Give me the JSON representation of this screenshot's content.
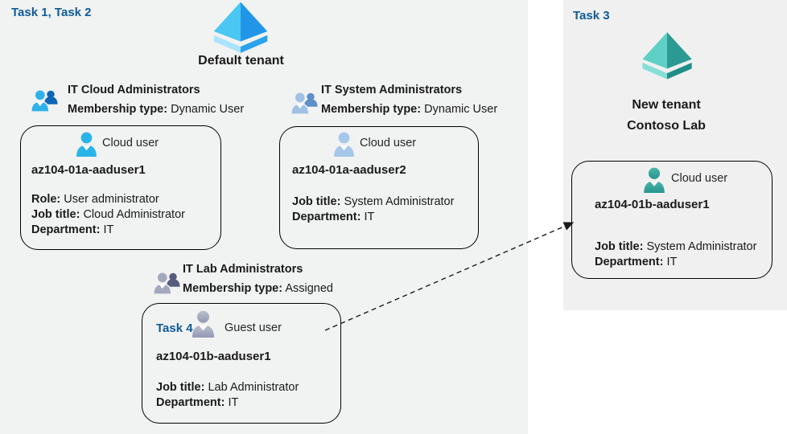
{
  "left": {
    "task_label": "Task 1, Task 2",
    "tenant_name": "Default tenant",
    "group_cloud": {
      "name": "IT Cloud Administrators",
      "membership_label": "Membership type:",
      "membership_value": "Dynamic User"
    },
    "group_system": {
      "name": "IT System Administrators",
      "membership_label": "Membership type:",
      "membership_value": "Dynamic User"
    },
    "group_lab": {
      "name": "IT Lab Administrators",
      "membership_label": "Membership type:",
      "membership_value": "Assigned"
    },
    "card_user1": {
      "type_label": "Cloud user",
      "name": "az104-01a-aaduser1",
      "role_label": "Role:",
      "role_value": "User administrator",
      "job_label": "Job title:",
      "job_value": "Cloud Administrator",
      "dept_label": "Department:",
      "dept_value": "IT"
    },
    "card_user2": {
      "type_label": "Cloud user",
      "name": "az104-01a-aaduser2",
      "job_label": "Job title:",
      "job_value": "System Administrator",
      "dept_label": "Department:",
      "dept_value": "IT"
    },
    "card_guest": {
      "task_label": "Task 4",
      "type_label": "Guest user",
      "name": "az104-01b-aaduser1",
      "job_label": "Job title:",
      "job_value": "Lab Administrator",
      "dept_label": "Department:",
      "dept_value": "IT"
    }
  },
  "right": {
    "task_label": "Task 3",
    "tenant_name_line1": "New tenant",
    "tenant_name_line2": "Contoso Lab",
    "card_user": {
      "type_label": "Cloud user",
      "name": "az104-01b-aaduser1",
      "job_label": "Job title:",
      "job_value": "System Administrator",
      "dept_label": "Department:",
      "dept_value": "IT"
    }
  },
  "icons": {
    "tenant_default": "azure-ad-tenant-icon (blue diamond)",
    "tenant_new": "azure-ad-tenant-icon (teal diamond)",
    "group": "group-two-users-icon",
    "cloud_user": "person-icon",
    "guest_user": "person-icon",
    "arrow": "dashed-assignment-arrow"
  },
  "colors": {
    "task_label_text": "#0F5B99",
    "body_text": "#1A1A1A",
    "panel_left_bg": "#F1F2F2",
    "panel_right_bg": "#F0F0F0",
    "card_border": "#000000",
    "arrow": "#1A1A1A",
    "tenant_blue_face_light": "#4AC7F3",
    "tenant_blue_face_dark": "#2196E8",
    "tenant_blue_tray_light": "#ABE4FA",
    "tenant_blue_tray_dark": "#2BA3EC",
    "tenant_teal_face_light": "#5ED0C6",
    "tenant_teal_face_dark": "#2B9A92",
    "tenant_teal_tray_light": "#86DFD7",
    "tenant_teal_tray_dark": "#1F8E86",
    "group_cloud_front": "#2FB2EA",
    "group_cloud_back": "#0D66B5",
    "group_system_front": "#9FC2E5",
    "group_system_back": "#5D8FC9",
    "group_lab_front": "#A3A8BD",
    "group_lab_back": "#555C7D",
    "user_cyan": "#29B4E8",
    "user_steel": "#A5C7EA",
    "user_guest_top": "#BCC0D0",
    "user_guest_bottom": "#9298B3",
    "user_teal_top": "#49B6AC",
    "user_teal_bottom": "#27958D"
  }
}
